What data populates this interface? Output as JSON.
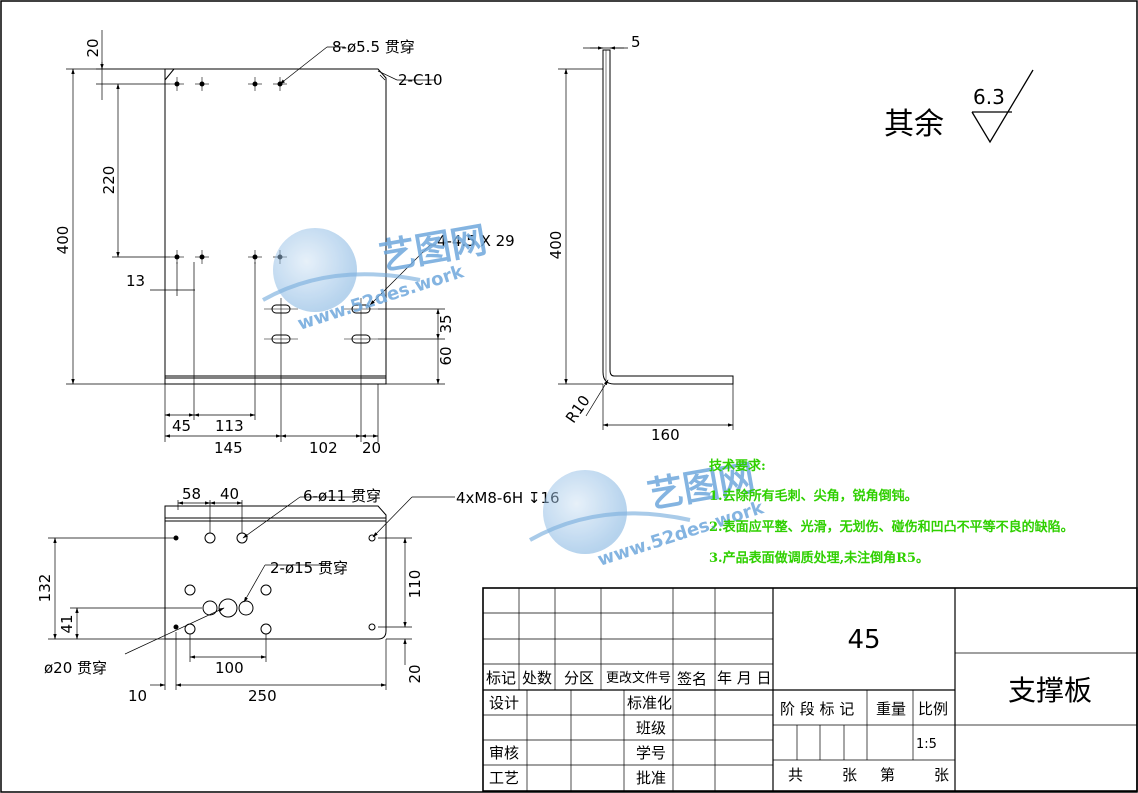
{
  "surface_roughness": {
    "label": "其余",
    "value": "6.3"
  },
  "front_view": {
    "dims": {
      "d20_top": "20",
      "holes_top": "8-ø5.5 贯穿",
      "chamfer": "2-C10",
      "d400": "400",
      "d220": "220",
      "slots": "4-4.5 X 29",
      "d13": "13",
      "d35": "35",
      "d60": "60",
      "d45": "45",
      "d113": "113",
      "d145": "145",
      "d102": "102",
      "d20_bottom": "20"
    }
  },
  "side_view": {
    "dims": {
      "thickness": "5",
      "height": "400",
      "radius": "R10",
      "length": "160"
    }
  },
  "top_view": {
    "dims": {
      "d58": "58",
      "d40": "40",
      "holes_11": "6-ø11 贯穿",
      "thread": "4xM8-6H",
      "thread_depth": "16",
      "holes_15": "2-ø15 贯穿",
      "d132": "132",
      "d41": "41",
      "d110": "110",
      "d20": "20",
      "d100": "100",
      "hole_20": "ø20 贯穿",
      "d10": "10",
      "d250": "250"
    }
  },
  "watermark": {
    "brand": "艺图网",
    "url": "www.52des.work"
  },
  "tech_notes": {
    "title": "技术要求:",
    "items": [
      "1.去除所有毛刺、尖角，锐角倒钝。",
      "2.表面应平整、光滑，无划伤、碰伤和凹凸不平等不良的缺陷。",
      "3.产品表面做调质处理,未注倒角R5。"
    ]
  },
  "title_block": {
    "material": "45",
    "part_name": "支撑板",
    "rev_headers": [
      "标记",
      "处数",
      "分区",
      "更改文件号",
      "签名",
      "年 月 日"
    ],
    "row_design": "设计",
    "standardization": "标准化",
    "class": "班级",
    "review": "审核",
    "student_id": "学号",
    "process": "工艺",
    "approve": "批准",
    "stage_mark": "阶 段 标 记",
    "weight": "重量",
    "scale_label": "比例",
    "scale": "1:5",
    "total": "共",
    "sheets": "张",
    "sheet_no": "第",
    "sheet_unit": "张"
  },
  "colors": {
    "line": "#000000",
    "note_green": "#2fd000",
    "watermark_blue": "#6fa8dc"
  }
}
